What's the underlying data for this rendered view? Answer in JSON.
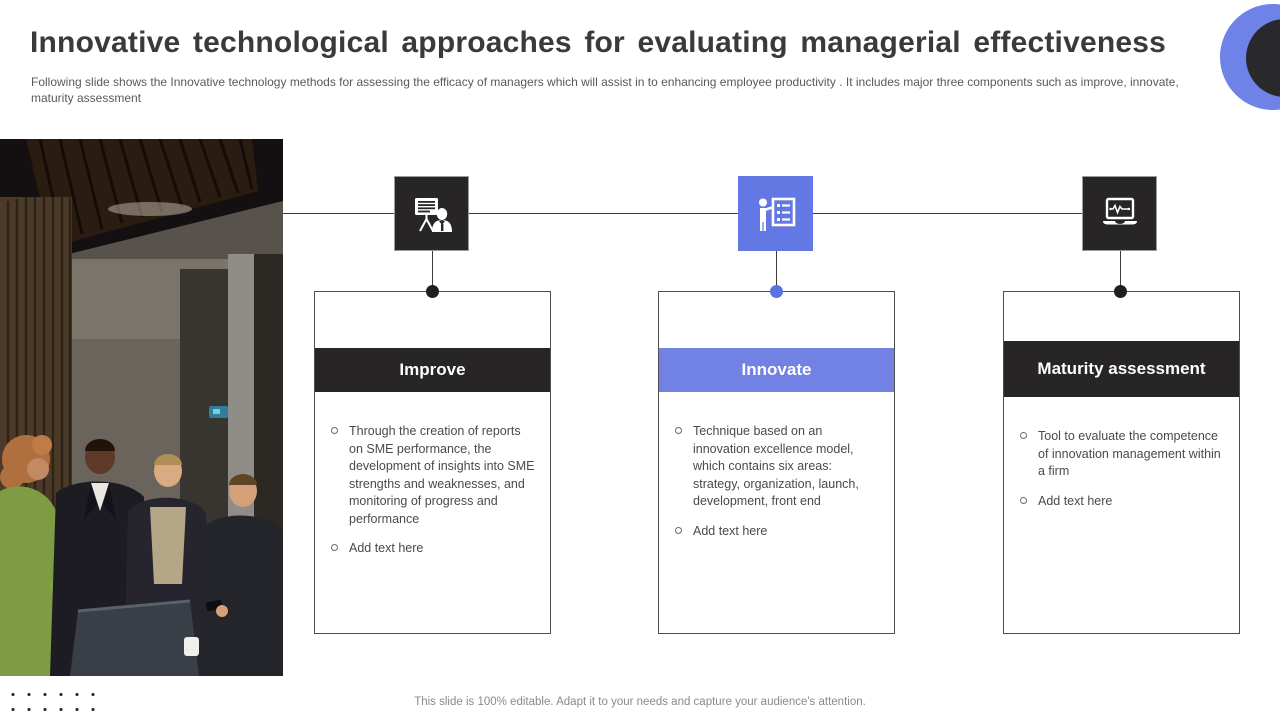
{
  "slide": {
    "title": "Innovative technological approaches for evaluating managerial effectiveness",
    "subtitle": "Following slide shows the Innovative technology methods for assessing the efficacy of managers which will assist in to enhancing employee productivity . It includes major three components such as improve, innovate, maturity assessment",
    "footer": "This slide is 100% editable. Adapt it to your needs and capture your audience's attention."
  },
  "columns": [
    {
      "icon": "presentation-trainer-icon",
      "header": "Improve",
      "bullets": [
        "Through the creation of reports on SME performance, the development of insights into SME strengths and weaknesses, and monitoring of progress and performance",
        "Add text here"
      ]
    },
    {
      "icon": "person-checklist-icon",
      "header": "Innovate",
      "bullets": [
        "Technique based on an innovation excellence model, which contains six areas: strategy, organization, launch, development, front end",
        "Add text here"
      ]
    },
    {
      "icon": "laptop-monitoring-icon",
      "header": "Maturity assessment",
      "bullets": [
        "Tool to evaluate the competence of innovation management within a firm",
        "Add text here"
      ]
    }
  ],
  "colors": {
    "accent_dark": "#272525",
    "accent_blue": "#7182E4",
    "node_blue": "#5B74E0",
    "title_text": "#3A3A3A",
    "body_text": "#4A4A4A",
    "footer_text": "#8A8A8A"
  }
}
